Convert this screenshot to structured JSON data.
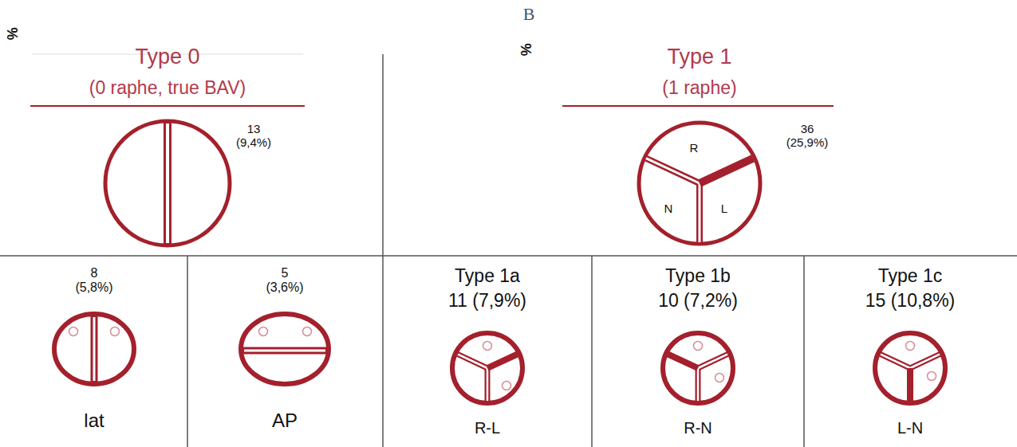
{
  "diagram": {
    "nodes": [
      {
        "text": [
          "Type 0",
          "(0 raphe, true BAV)",
          "13 (9,4%)"
        ]
      },
      {
        "text": [
          "Type 1",
          "(1 raphe)",
          "36 (25,9%)"
        ]
      },
      {
        "text": [
          "R",
          "N",
          "L"
        ],
        "in": 1
      },
      {
        "text": [
          "8 (5,8%)",
          "lat"
        ]
      },
      {
        "text": [
          "5 (3,6%)",
          "AP"
        ]
      },
      {
        "text": [
          "Type 1a",
          "11 (7,9%)",
          "R-L"
        ]
      },
      {
        "text": [
          "Type 1b",
          "10 (7,2%)",
          "R-N"
        ]
      },
      {
        "text": [
          "Type 1c",
          "15 (10,8%)",
          "L-N"
        ]
      }
    ],
    "labels": [
      "B",
      "%",
      "%"
    ]
  }
}
